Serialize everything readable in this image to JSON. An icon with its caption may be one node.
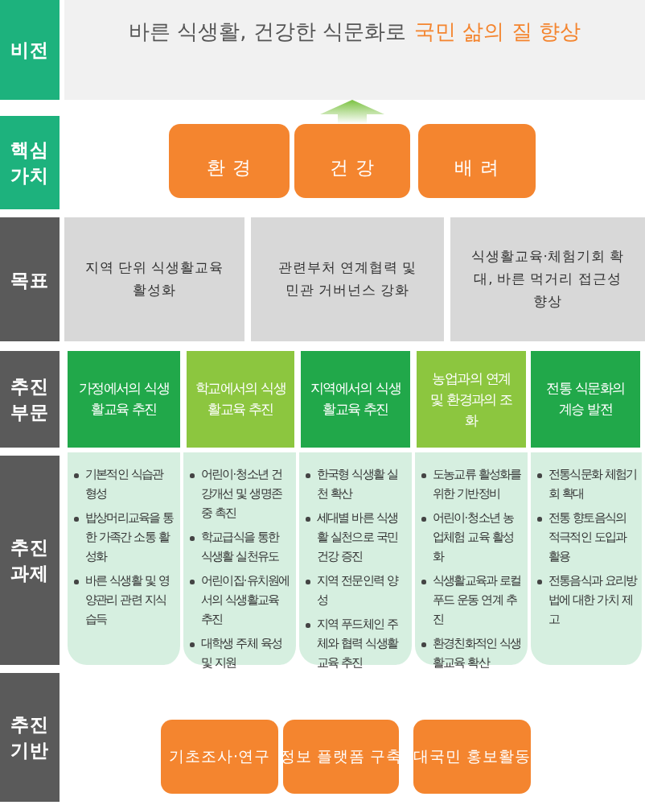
{
  "diagram": {
    "nodes": [
      {
        "text": [
          "비전"
        ]
      },
      {
        "text": [
          "바른 식생활, 건강한 식문화로",
          "국민 삶의 질 향상"
        ]
      },
      {
        "text": [
          "핵심 가치"
        ]
      },
      {
        "text": [
          "환 경"
        ]
      },
      {
        "text": [
          "건 강"
        ]
      },
      {
        "text": [
          "배 려"
        ]
      },
      {
        "text": [
          "목표"
        ]
      },
      {
        "text": [
          "지역 단위 식생활교육 활성화"
        ]
      },
      {
        "text": [
          "관련부처 연계협력 및 민관 거버넌스 강화"
        ]
      },
      {
        "text": [
          "식생활교육·체험기회 확대, 바른 먹거리 접근성 향상"
        ]
      },
      {
        "text": [
          "추진 부문"
        ]
      },
      {
        "text": [
          "가정에서의 식생활교육 추진"
        ]
      },
      {
        "text": [
          "학교에서의 식생활교육 추진"
        ]
      },
      {
        "text": [
          "지역에서의 식생활교육 추진"
        ]
      },
      {
        "text": [
          "농업과의 연계 및 환경과의 조화"
        ]
      },
      {
        "text": [
          "전통 식문화의 계승 발전"
        ]
      },
      {
        "text": [
          "추진 과제"
        ]
      },
      {
        "text": [
          "기본적인 식습관 형성",
          "밥상머리교육을 통한 가족간 소통 활성화",
          "바른 식생활 및 영양관리 관련 지식 습득"
        ]
      },
      {
        "text": [
          "어린이·청소년 건강개선 및 생명존중 촉진",
          "학교급식을 통한 식생활 실천유도",
          "어린이집·유치원에서의 식생활교육 추진",
          "대학생 주체 육성 및 지원"
        ]
      },
      {
        "text": [
          "한국형 식생활 실천 확산",
          "세대별 바른 식생활 실천으로 국민건강 증진",
          "지역 전문인력 양성",
          "지역 푸드체인 주체와 협력 식생활교육 추진"
        ]
      },
      {
        "text": [
          "도농교류 활성화를 위한 기반정비",
          "어린이·청소년 농업체험 교육 활성화",
          "식생활교육과 로컬푸드 운동 연계 추진",
          "환경친화적인 식생활교육 확산"
        ]
      },
      {
        "text": [
          "전통식문화 체험기회 확대",
          "전통 향토음식의 적극적인 도입과 활용",
          "전통음식과 요리방법에 대한 가치 제고"
        ]
      },
      {
        "text": [
          "추진 기반"
        ]
      },
      {
        "text": [
          "기초조사·연구"
        ]
      },
      {
        "text": [
          "정보 플랫폼 구축"
        ]
      },
      {
        "text": [
          "대국민 홍보활동"
        ]
      }
    ],
    "edges": [
      {
        "from": 4,
        "to": 1,
        "arrow": "to"
      }
    ]
  }
}
